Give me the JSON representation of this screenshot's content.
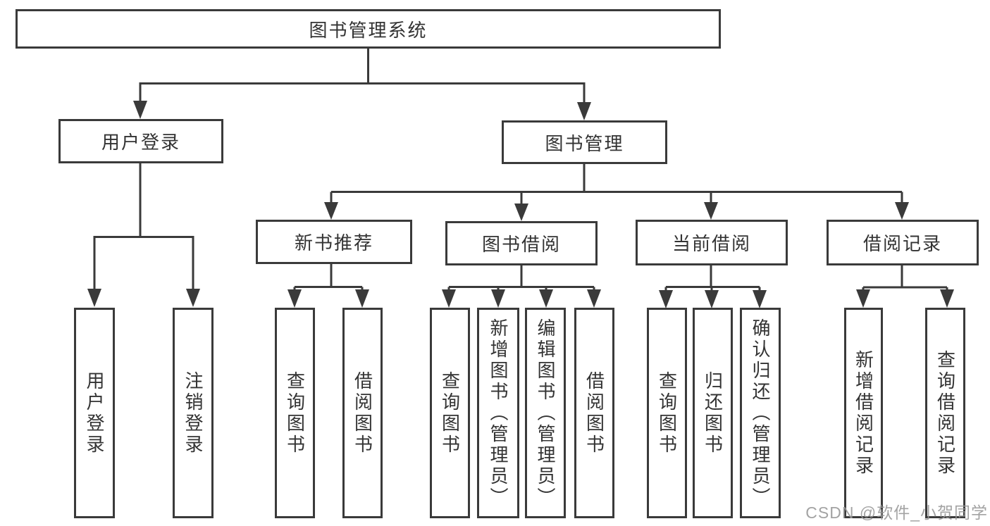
{
  "title": "图书管理系统",
  "tree": {
    "label": "图书管理系统",
    "children": [
      {
        "label": "用户登录",
        "children": [
          {
            "label": "用户登录"
          },
          {
            "label": "注销登录"
          }
        ]
      },
      {
        "label": "图书管理",
        "children": [
          {
            "label": "新书推荐",
            "children": [
              {
                "label": "查询图书"
              },
              {
                "label": "借阅图书"
              }
            ]
          },
          {
            "label": "图书借阅",
            "children": [
              {
                "label": "查询图书"
              },
              {
                "label": "新增图书（管理员）"
              },
              {
                "label": "编辑图书（管理员）"
              },
              {
                "label": "借阅图书"
              }
            ]
          },
          {
            "label": "当前借阅",
            "children": [
              {
                "label": "查询图书"
              },
              {
                "label": "归还图书"
              },
              {
                "label": "确认归还（管理员）"
              }
            ]
          },
          {
            "label": "借阅记录",
            "children": [
              {
                "label": "新增借阅记录"
              },
              {
                "label": "查询借阅记录"
              }
            ]
          }
        ]
      }
    ]
  },
  "watermark": {
    "text": "CSDN @软件_小贺同学"
  },
  "colors": {
    "line": "#3a3a3a",
    "text": "#333333",
    "background": "#ffffff",
    "watermark_gray": "#969696"
  }
}
